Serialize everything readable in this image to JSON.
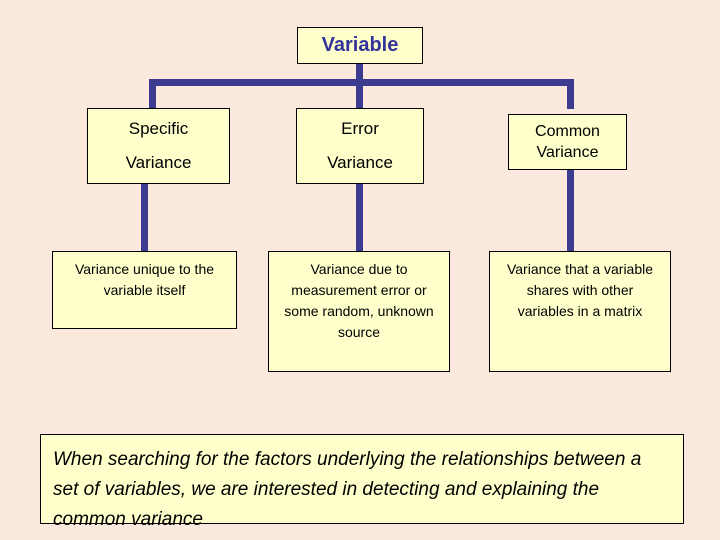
{
  "colors": {
    "background": "#fce9dd",
    "box_fill": "#ffffcc",
    "box_border": "#000000",
    "connector": "#3b3b8f",
    "title_text": "#333399",
    "body_text": "#000000"
  },
  "diagram": {
    "root": {
      "label": "Variable"
    },
    "branches": [
      {
        "title_line1": "Specific",
        "title_line2": "Variance",
        "description": "Variance unique to the variable itself"
      },
      {
        "title_line1": "Error",
        "title_line2": "Variance",
        "description": "Variance due to measurement error or some random, unknown source"
      },
      {
        "title_line1": "Common",
        "title_line2": "Variance",
        "description": "Variance that a variable shares with other variables in a matrix"
      }
    ],
    "summary": "When searching for the factors underlying the relationships between a set of variables, we are interested in detecting and explaining the common variance"
  }
}
